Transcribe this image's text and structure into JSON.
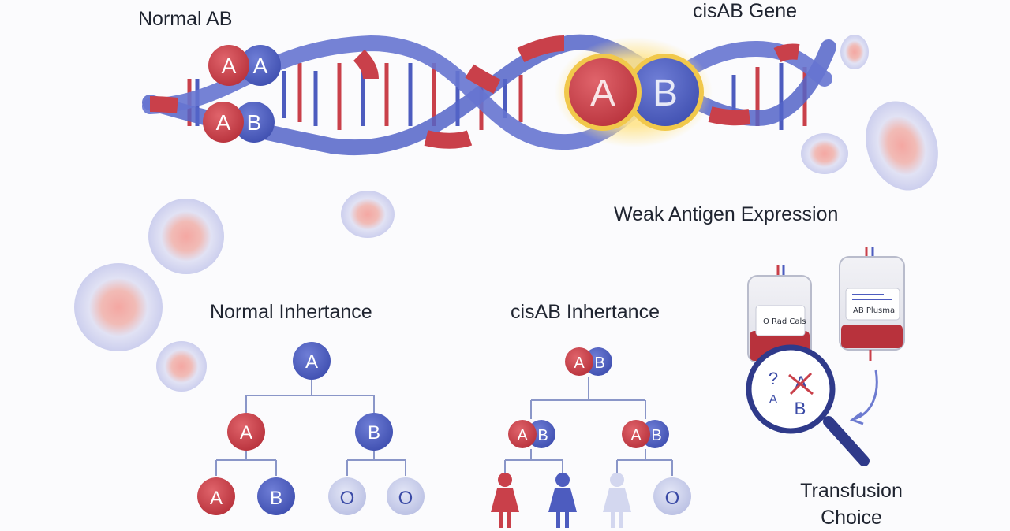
{
  "labels": {
    "normal_ab": "Normal AB",
    "cisab_gene": "cisAB Gene",
    "weak_antigen": "Weak Antigen Expression",
    "normal_inheritance": "Normal Inhertance",
    "cisab_inheritance": "cisAB Inhertance",
    "transfusion_line1": "Transfusion",
    "transfusion_line2": "Choice"
  },
  "dna": {
    "top_pair": [
      "A",
      "A"
    ],
    "bottom_pair": [
      "A",
      "B"
    ],
    "cisab_pair": [
      "A",
      "B"
    ]
  },
  "normal_tree": {
    "root": "A",
    "level2": [
      "A",
      "B"
    ],
    "level3": [
      "A",
      "B",
      "O",
      "O"
    ]
  },
  "cisab_tree": {
    "root": [
      "A",
      "B"
    ],
    "level2_left": [
      "A",
      "B"
    ],
    "level2_right": [
      "A",
      "B"
    ],
    "level3_last": "O"
  },
  "bags": {
    "left": "O Rad Cals",
    "right": "AB Plusma"
  },
  "magnifier": {
    "question": "?",
    "letters": [
      "A",
      "A",
      "B"
    ]
  },
  "colors": {
    "red": "#c9404a",
    "blue": "#4d5cbf",
    "pale_blue": "#c6cbea",
    "gold": "#f1c84b",
    "text": "#1f2430"
  }
}
